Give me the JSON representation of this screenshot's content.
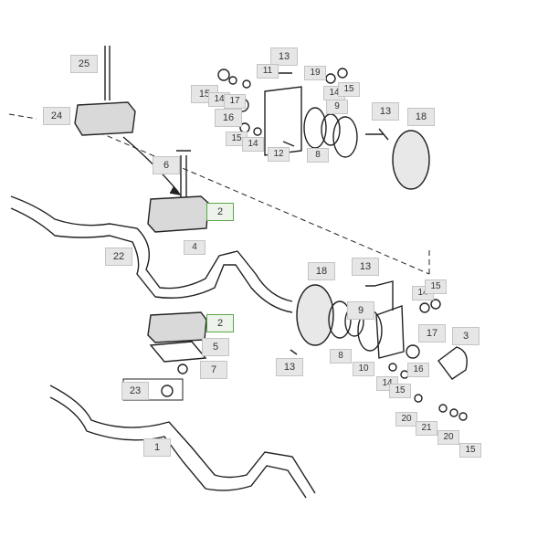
{
  "diagram": {
    "type": "exploded parts diagram",
    "highlight_color": "#5aa84a",
    "callouts": [
      "25",
      "24",
      "6",
      "2",
      "22",
      "4",
      "2",
      "5",
      "7",
      "23",
      "1",
      "13",
      "11",
      "19",
      "15",
      "14",
      "17",
      "16",
      "14",
      "15",
      "9",
      "13",
      "18",
      "15",
      "14",
      "12",
      "8",
      "18",
      "13",
      "14",
      "15",
      "9",
      "17",
      "3",
      "8",
      "10",
      "16",
      "13",
      "14",
      "15",
      "20",
      "21",
      "20",
      "15"
    ]
  }
}
